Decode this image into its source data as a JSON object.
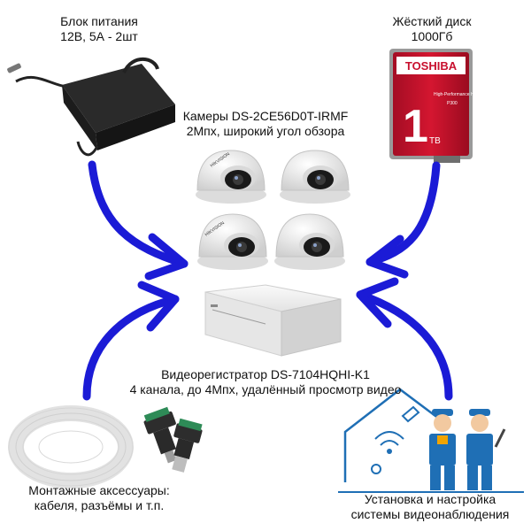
{
  "power": {
    "line1": "Блок питания",
    "line2": "12В, 5А - 2шт"
  },
  "hdd": {
    "line1": "Жёсткий диск",
    "line2": "1000Гб",
    "brand": "TOSHIBA",
    "size": "1",
    "unit": "TB",
    "subtitle": "High-Performance Hard Drive",
    "model": "P300"
  },
  "cameras": {
    "line1": "Камеры DS-2CE56D0T-IRMF",
    "line2": "2Мпх, широкий угол обзора",
    "brand_mark": "HIKVISION"
  },
  "dvr": {
    "line1": "Видеорегистратор DS-7104HQHI-K1",
    "line2": "4 канала, до 4Мпх, удалённый просмотр видео"
  },
  "accessories": {
    "line1": "Монтажные аксессуары:",
    "line2": "кабеля, разъёмы и т.п."
  },
  "install": {
    "line1": "Установка и настройка",
    "line2": "системы видеонаблюдения"
  },
  "colors": {
    "arrow": "#1b1bd6",
    "hdd_red": "#c8102e",
    "install_blue": "#1f6fb5"
  }
}
